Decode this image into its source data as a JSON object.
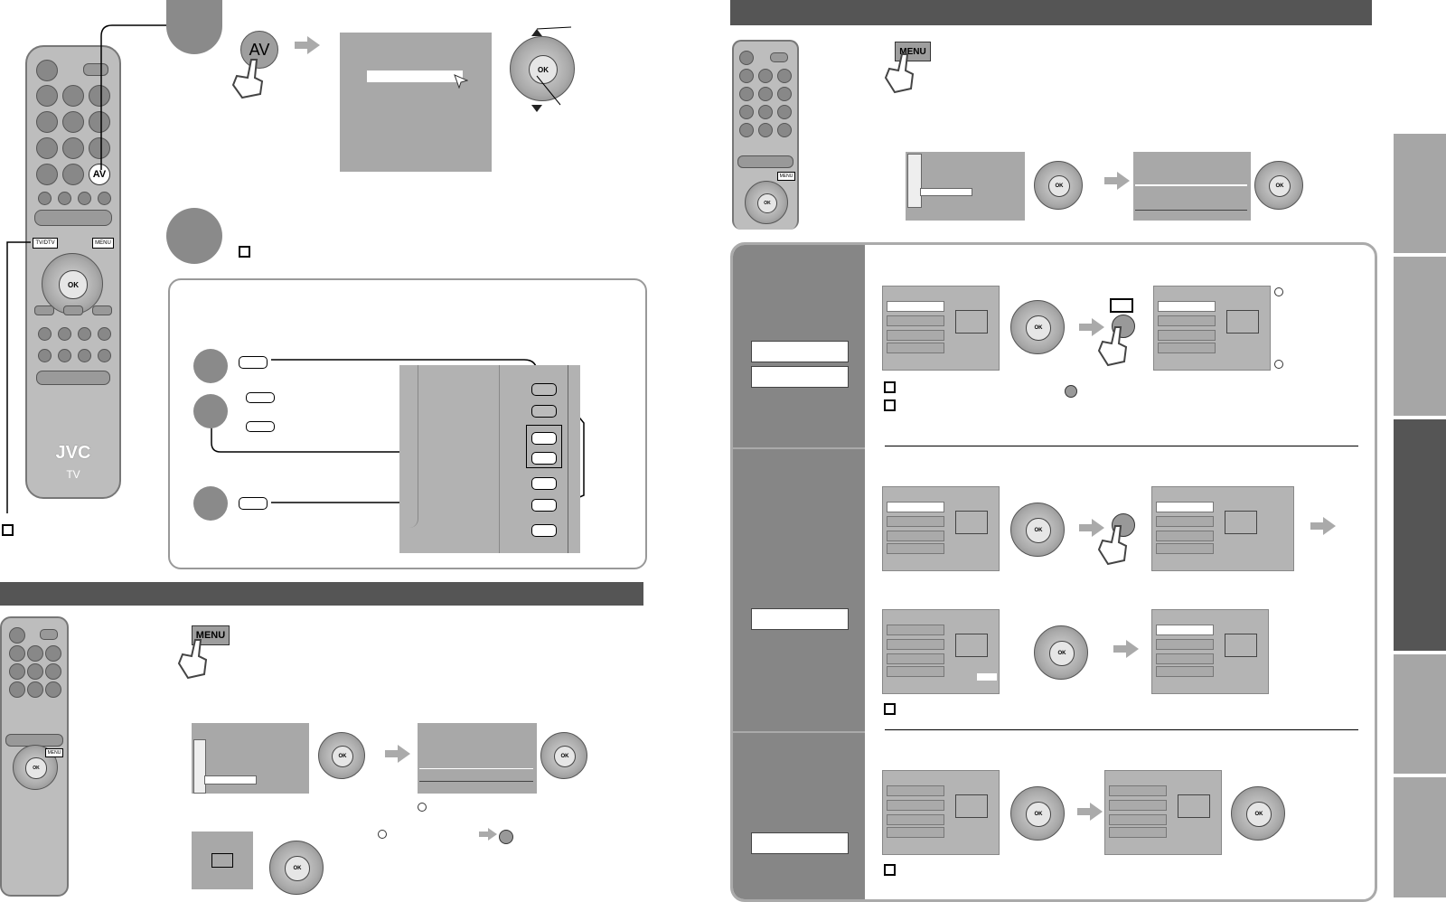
{
  "brand": {
    "logo": "JVC",
    "sub": "TV"
  },
  "buttons": {
    "av": "AV",
    "ok": "OK",
    "menu": "MENU",
    "tvdtv": "TV/DTV",
    "remote_menu": "MENU"
  },
  "colors": {
    "band": "#555555",
    "panel": "#868686",
    "screen": "#a8a8a8",
    "tab_active": "#555555",
    "tab": "#a6a6a6"
  },
  "icons": [
    "hand-press-icon",
    "arrow-right-icon",
    "ok-dpad-icon",
    "checkbox-icon",
    "remote-icon",
    "tv-side-panel-icon",
    "record-icon",
    "disc-icon",
    "power-icon"
  ]
}
